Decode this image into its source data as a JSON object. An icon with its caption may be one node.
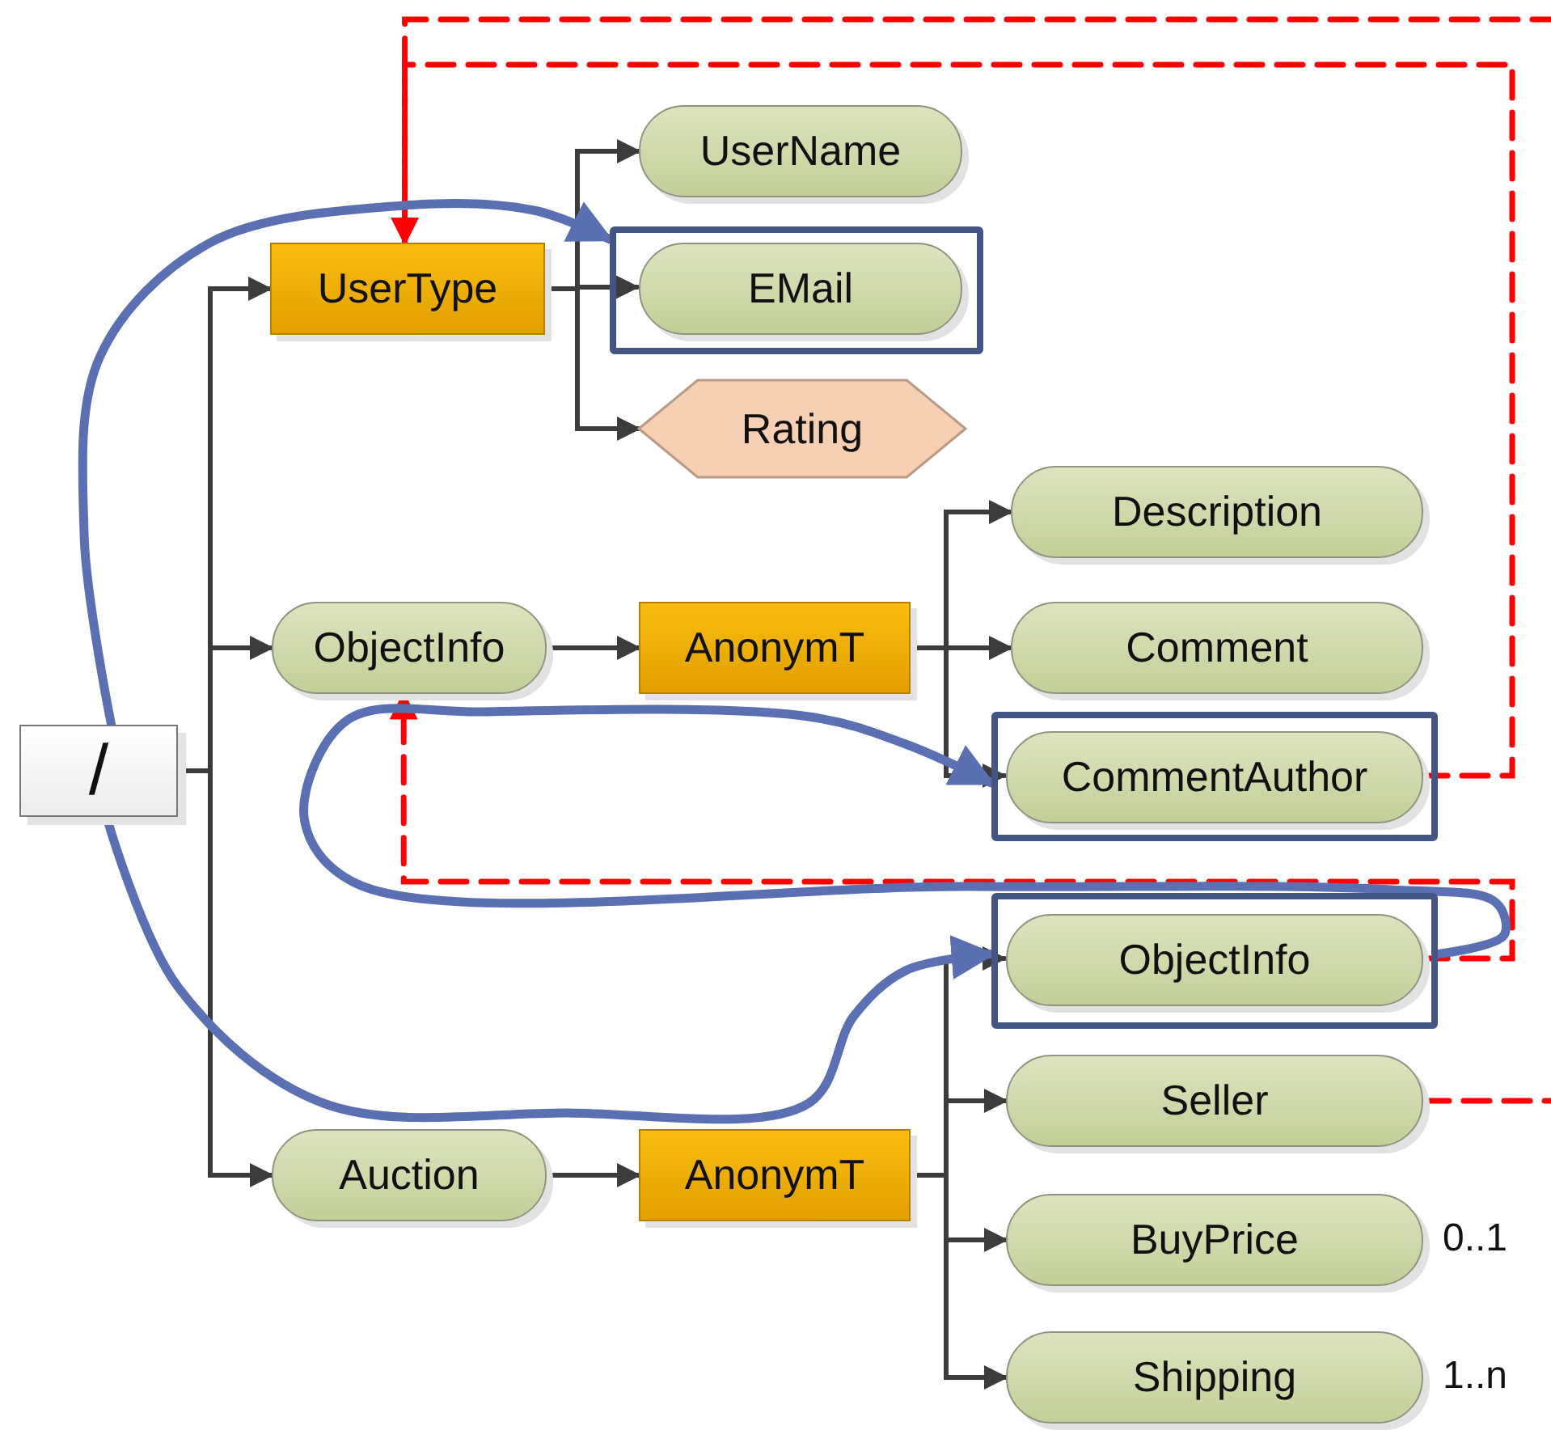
{
  "diagram": {
    "nodes": [
      {
        "text": [
          "/"
        ]
      },
      {
        "text": [
          "UserType"
        ]
      },
      {
        "text": [
          "UserName"
        ]
      },
      {
        "text": [],
        "shape": "box"
      },
      {
        "text": [
          "EMail"
        ],
        "in": 3
      },
      {
        "text": [
          "Rating"
        ]
      },
      {
        "text": [
          "ObjectInfo"
        ]
      },
      {
        "text": [
          "AnonymT"
        ]
      },
      {
        "text": [
          "Description"
        ]
      },
      {
        "text": [
          "Comment"
        ]
      },
      {
        "text": [],
        "shape": "box"
      },
      {
        "text": [
          "CommentAuthor"
        ],
        "in": 10
      },
      {
        "text": [],
        "shape": "box"
      },
      {
        "text": [
          "ObjectInfo"
        ],
        "in": 12
      },
      {
        "text": [
          "Seller"
        ]
      },
      {
        "text": [
          "BuyPrice"
        ],
        "beside": [
          "0..1"
        ]
      },
      {
        "text": [
          "Shipping"
        ],
        "beside": [
          "1..n"
        ]
      },
      {
        "text": [
          "Auction"
        ]
      },
      {
        "text": [
          "AnonymT"
        ]
      }
    ],
    "edges": [
      {
        "from": 0,
        "to": 1,
        "arrow": "to"
      },
      {
        "from": 0,
        "to": 6,
        "arrow": "to"
      },
      {
        "from": 0,
        "to": 17,
        "arrow": "to"
      },
      {
        "from": 1,
        "to": 2,
        "arrow": "to"
      },
      {
        "from": 1,
        "to": 4,
        "arrow": "to"
      },
      {
        "from": 1,
        "to": 5,
        "arrow": "to"
      },
      {
        "from": 6,
        "to": 7,
        "arrow": "to"
      },
      {
        "from": 7,
        "to": 8,
        "arrow": "to"
      },
      {
        "from": 7,
        "to": 9,
        "arrow": "to"
      },
      {
        "from": 7,
        "to": 11,
        "arrow": "to"
      },
      {
        "from": 17,
        "to": 18,
        "arrow": "to"
      },
      {
        "from": 18,
        "to": 13,
        "arrow": "to"
      },
      {
        "from": 18,
        "to": 14,
        "arrow": "to"
      },
      {
        "from": 18,
        "to": 15,
        "arrow": "to"
      },
      {
        "from": 18,
        "to": 16,
        "arrow": "to"
      },
      {
        "from": 11,
        "to": 1,
        "arrow": "to",
        "style": "dashed",
        "color": "#ff0000"
      },
      {
        "from": 13,
        "to": 6,
        "arrow": "to",
        "style": "dashed",
        "color": "#ff0000"
      },
      {
        "from": 14,
        "to": 1,
        "arrow": "to",
        "style": "dashed",
        "color": "#ff0000"
      },
      {
        "from": 0,
        "to": 3,
        "arrow": "to",
        "style": "thick",
        "color": "#5b6fb3"
      },
      {
        "from": 0,
        "to": 12,
        "arrow": "to",
        "style": "thick",
        "color": "#5b6fb3"
      },
      {
        "from": 12,
        "to": 10,
        "arrow": "to",
        "style": "thick",
        "color": "#5b6fb3"
      }
    ]
  }
}
